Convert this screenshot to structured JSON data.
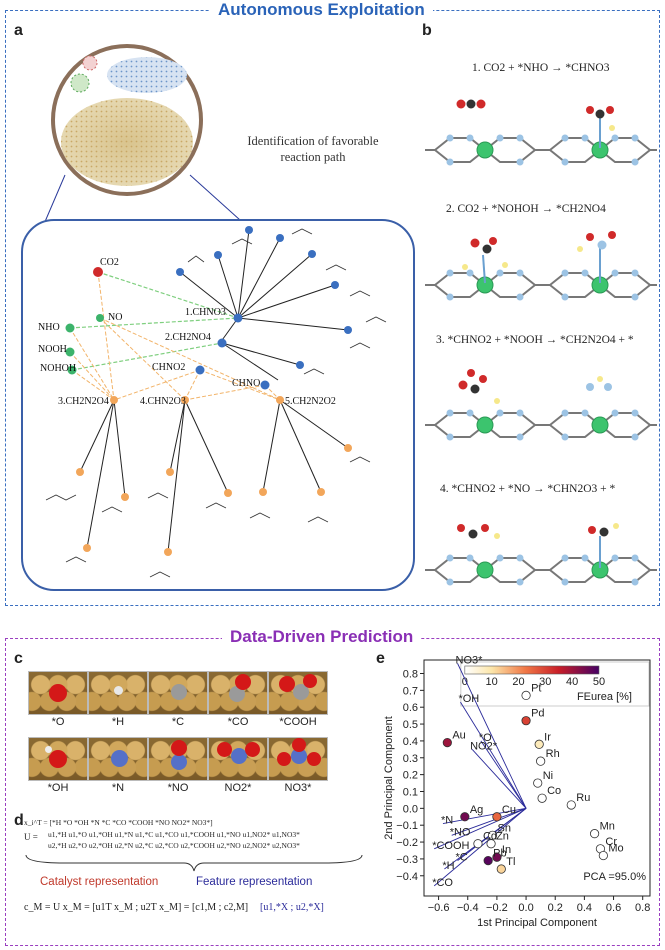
{
  "sections": {
    "top_title": "Autonomous Exploitation",
    "bottom_title": "Data-Driven Prediction"
  },
  "panels": {
    "a": "a",
    "b": "b",
    "c": "c",
    "d": "d",
    "e": "e"
  },
  "panel_a": {
    "identification_text": "Identification of favorable reaction path",
    "reactants": [
      "CO2",
      "NO",
      "NHO",
      "NOOH",
      "NOHOH"
    ],
    "intermediates_1": [
      "1.CHNO3",
      "2.CH2NO4",
      "CHNO2",
      "CHNO"
    ],
    "intermediates_2": [
      "3.CH2N2O4",
      "4.CHN2O3",
      "5.CH2N2O2"
    ]
  },
  "panel_b": {
    "reactions": [
      "1. CO2 + *NHO → *CHNO3",
      "2. CO2 + *NOHOH → *CH2NO4",
      "3. *CHNO2 + *NOOH → *CH2N2O4 + *",
      "4. *CHNO2 + *NO → *CHN2O3 + *"
    ]
  },
  "panel_c": {
    "row1": [
      "*O",
      "*H",
      "*C",
      "*CO",
      "*COOH"
    ],
    "row2": [
      "*OH",
      "*N",
      "*NO",
      "NO2*",
      "NO3*"
    ]
  },
  "panel_d": {
    "row_xi": "x_i^T = [*H  *O  *OH  *N  *C  *CO  *COOH  *NO  NO2*  NO3*]",
    "row_u1": "u1,*H  u1,*O  u1,*OH  u1,*N  u1,*C  u1,*CO  u1,*COOH  u1,*NO  u1,NO2*  u1,NO3*",
    "row_u2": "u2,*H  u2,*O  u2,*OH  u2,*N  u2,*C  u2,*CO  u2,*COOH  u2,*NO  u2,NO2*  u2,NO3*",
    "catalyst_rep": "Catalyst representation",
    "feature_rep": "Feature representation",
    "eq": "c_M = U x_M = [u1T x_M ; u2T x_M] = [c1,M ; c2,M]",
    "u_vec": "[u1,*X ; u2,*X]"
  },
  "chart_data": {
    "type": "scatter",
    "xlabel": "1st Principal Component",
    "ylabel": "2nd Principal Component",
    "xlim": [
      -0.7,
      0.85
    ],
    "ylim": [
      -0.52,
      0.88
    ],
    "xticks": [
      -0.6,
      -0.4,
      -0.2,
      0.0,
      0.2,
      0.4,
      0.6,
      0.8
    ],
    "xtick_labels": [
      "−0.6",
      "−0.4",
      "−0.2",
      "0.0",
      "0.2",
      "0.4",
      "0.6",
      "0.8"
    ],
    "yticks": [
      -0.4,
      -0.3,
      -0.2,
      -0.1,
      0.0,
      0.1,
      0.2,
      0.3,
      0.4,
      0.5,
      0.6,
      0.7,
      0.8
    ],
    "ytick_labels": [
      "−0.4",
      "−0.3",
      "−0.2",
      "−0.1",
      "0.0",
      "0.1",
      "0.2",
      "0.3",
      "0.4",
      "0.5",
      "0.6",
      "0.7",
      "0.8"
    ],
    "colorbar": {
      "label": "FEurea [%]",
      "min": 0,
      "max": 50,
      "ticks": [
        0,
        10,
        20,
        30,
        40,
        50
      ]
    },
    "annotation": "PCA =95.0%",
    "points": [
      {
        "label": "Pt",
        "x": 0.0,
        "y": 0.67,
        "fe": null
      },
      {
        "label": "Pd",
        "x": 0.0,
        "y": 0.52,
        "fe": 30
      },
      {
        "label": "Ir",
        "x": 0.09,
        "y": 0.38,
        "fe": 8
      },
      {
        "label": "Rh",
        "x": 0.1,
        "y": 0.28,
        "fe": null
      },
      {
        "label": "Ni",
        "x": 0.08,
        "y": 0.15,
        "fe": null
      },
      {
        "label": "Co",
        "x": 0.11,
        "y": 0.06,
        "fe": null
      },
      {
        "label": "Ru",
        "x": 0.31,
        "y": 0.02,
        "fe": null
      },
      {
        "label": "Mn",
        "x": 0.47,
        "y": -0.15,
        "fe": null
      },
      {
        "label": "Cr",
        "x": 0.51,
        "y": -0.24,
        "fe": null
      },
      {
        "label": "Mo",
        "x": 0.53,
        "y": -0.28,
        "fe": null
      },
      {
        "label": "Au",
        "x": -0.54,
        "y": 0.39,
        "fe": 40
      },
      {
        "label": "Ag",
        "x": -0.42,
        "y": -0.05,
        "fe": 45
      },
      {
        "label": "Cu",
        "x": -0.2,
        "y": -0.05,
        "fe": 25
      },
      {
        "label": "Sn",
        "x": -0.23,
        "y": -0.16,
        "fe": null
      },
      {
        "label": "Zn",
        "x": -0.24,
        "y": -0.21,
        "fe": null
      },
      {
        "label": "Cd",
        "x": -0.33,
        "y": -0.21,
        "fe": null
      },
      {
        "label": "In",
        "x": -0.2,
        "y": -0.29,
        "fe": 45
      },
      {
        "label": "Pb",
        "x": -0.26,
        "y": -0.31,
        "fe": 48
      },
      {
        "label": "Tl",
        "x": -0.17,
        "y": -0.36,
        "fe": 12
      }
    ],
    "loadings": [
      {
        "label": "NO3*",
        "x": -0.47,
        "y": 0.86
      },
      {
        "label": "*OH",
        "x": -0.45,
        "y": 0.63
      },
      {
        "label": "*O",
        "x": -0.31,
        "y": 0.4
      },
      {
        "label": "NO2*",
        "x": -0.37,
        "y": 0.35
      },
      {
        "label": "*N",
        "x": -0.57,
        "y": -0.09
      },
      {
        "label": "*NO",
        "x": -0.51,
        "y": -0.16
      },
      {
        "label": "*COOH",
        "x": -0.63,
        "y": -0.24
      },
      {
        "label": "*C",
        "x": -0.47,
        "y": -0.31
      },
      {
        "label": "*H",
        "x": -0.56,
        "y": -0.36
      },
      {
        "label": "*CO",
        "x": -0.63,
        "y": -0.46
      }
    ]
  }
}
